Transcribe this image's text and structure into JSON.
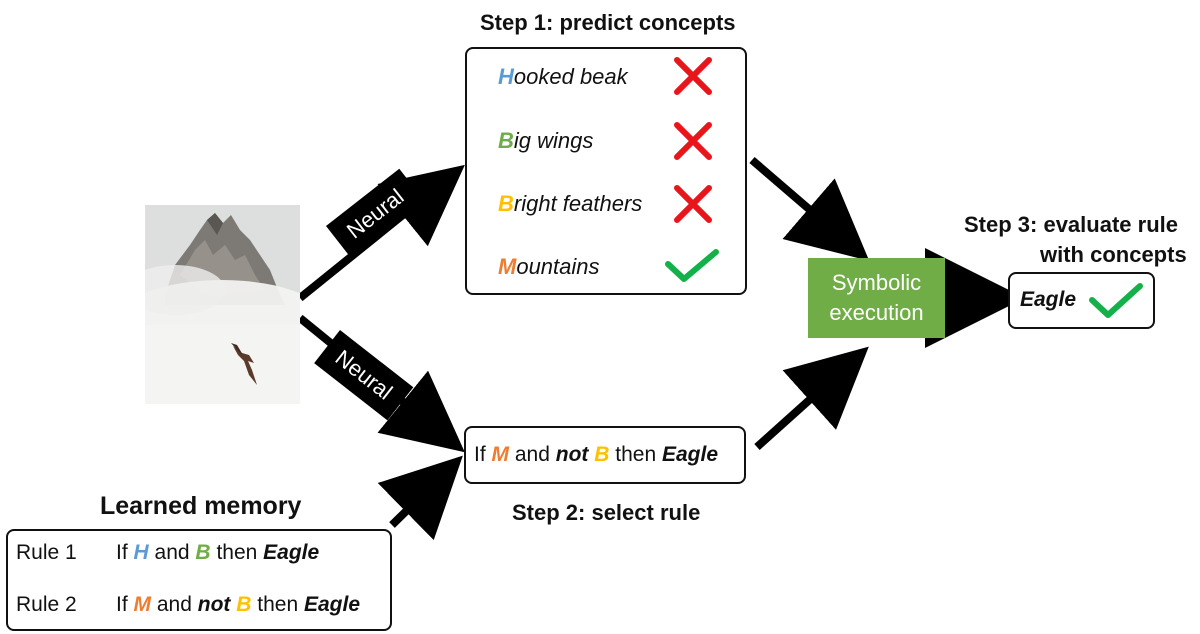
{
  "colors": {
    "H": "#5B9BD5",
    "B_green": "#70AD47",
    "B_yellow": "#FFC000",
    "M": "#ED7D31",
    "symbolic_box": "#70AD47",
    "cross": "#E8161B",
    "check": "#14B14B"
  },
  "step1": {
    "title": "Step 1: predict concepts",
    "concepts": [
      {
        "initial": "H",
        "rest": "ooked beak",
        "mark": "cross-icon"
      },
      {
        "initial": "B",
        "rest": "ig wings",
        "mark": "cross-icon"
      },
      {
        "initial": "B",
        "rest": "right feathers",
        "mark": "cross-icon"
      },
      {
        "initial": "M",
        "rest": "ountains",
        "mark": "check-icon"
      }
    ]
  },
  "neural_labels": [
    "Neural",
    "Neural"
  ],
  "step2": {
    "title": "Step 2: select rule",
    "rule": {
      "if": "If",
      "m": "M",
      "and": "and",
      "not": "not",
      "b": "B",
      "then": "then",
      "eagle": "Eagle"
    }
  },
  "symbolic": {
    "line1": "Symbolic",
    "line2": "execution"
  },
  "step3": {
    "title_line1": "Step 3: evaluate rule",
    "title_line2": "with concepts",
    "result": "Eagle"
  },
  "memory": {
    "title": "Learned memory",
    "rules": [
      {
        "name": "Rule 1",
        "if": "If",
        "c1": "H",
        "and": "and",
        "c2": "B",
        "then": "then",
        "eagle": "Eagle"
      },
      {
        "name": "Rule 2",
        "if": "If",
        "c1": "M",
        "and": "and",
        "not": "not",
        "c2": "B",
        "then": "then",
        "eagle": "Eagle"
      }
    ]
  }
}
